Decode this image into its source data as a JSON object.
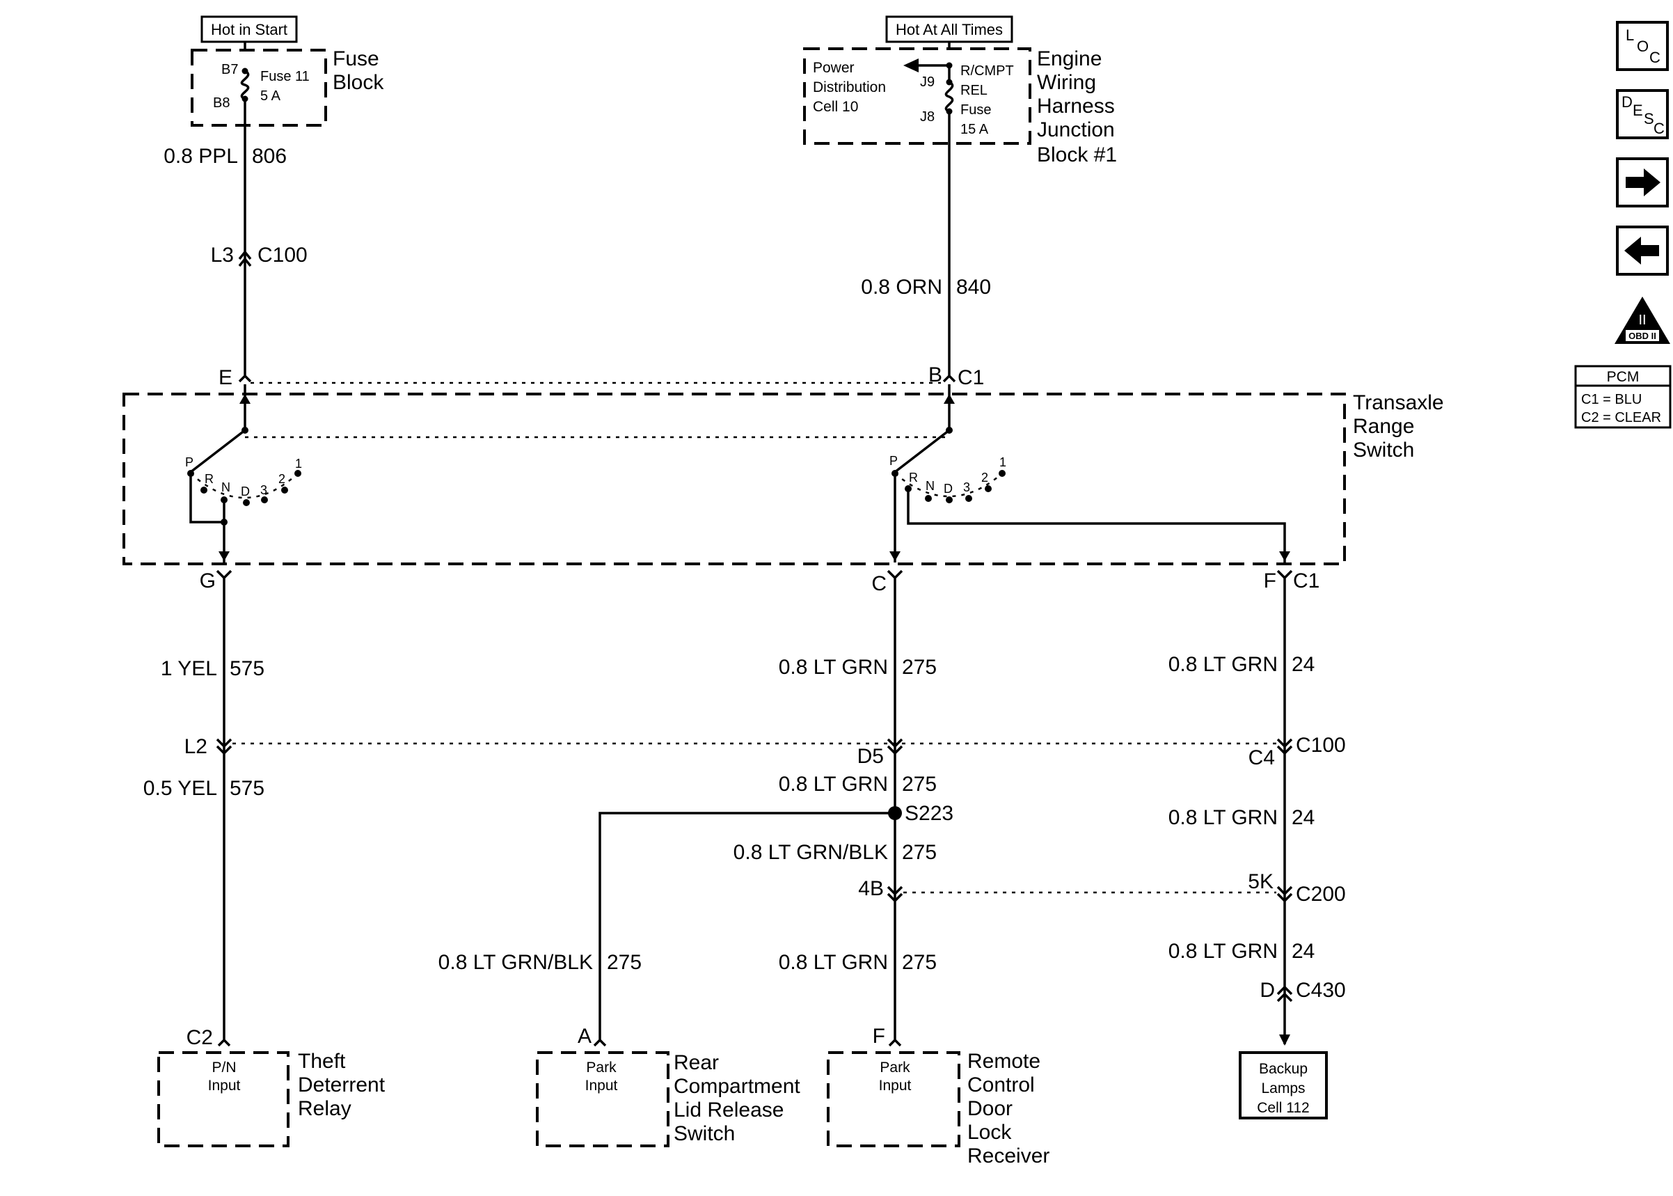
{
  "top": {
    "hot_in_start": "Hot in Start",
    "hot_at_all_times": "Hot At All Times"
  },
  "fuse_block": {
    "label_line1": "Fuse",
    "label_line2": "Block",
    "pin_top": "B7",
    "pin_bottom": "B8",
    "fuse_name": "Fuse 11",
    "fuse_rating": "5 A"
  },
  "junction_block": {
    "label_lines": [
      "Engine",
      "Wiring",
      "Harness",
      "Junction",
      "Block #1"
    ],
    "pdc_lines": [
      "Power",
      "Distribution",
      "Cell 10"
    ],
    "pin_top": "J9",
    "pin_bottom": "J8",
    "fuse_lines": [
      "R/CMPT",
      "REL",
      "Fuse",
      "15 A"
    ]
  },
  "wires": {
    "w806_color": "0.8 PPL",
    "w806_circuit": "806",
    "w840_color": "0.8 ORN",
    "w840_circuit": "840",
    "w575a_color": "1 YEL",
    "w575a_circuit": "575",
    "w575b_color": "0.5 YEL",
    "w575b_circuit": "575",
    "w275a_color": "0.8 LT GRN",
    "w275a_circuit": "275",
    "w275b_color": "0.8 LT GRN",
    "w275b_circuit": "275",
    "w275blk_color": "0.8 LT GRN/BLK",
    "w275blk_circuit": "275",
    "w275blk2_color": "0.8 LT GRN/BLK",
    "w275blk2_circuit": "275",
    "w275c_color": "0.8 LT GRN",
    "w275c_circuit": "275",
    "w24a_color": "0.8 LT GRN",
    "w24a_circuit": "24",
    "w24b_color": "0.8 LT GRN",
    "w24b_circuit": "24",
    "w24c_color": "0.8 LT GRN",
    "w24c_circuit": "24"
  },
  "connectors": {
    "l3": "L3",
    "c100_top": "C100",
    "e": "E",
    "b": "B",
    "c1_top": "C1",
    "g": "G",
    "c": "C",
    "f": "F",
    "c1_bottom": "C1",
    "l2": "L2",
    "d5": "D5",
    "c4": "C4",
    "c100_mid": "C100",
    "s223": "S223",
    "b4": "4B",
    "k5": "5K",
    "c200": "C200",
    "d": "D",
    "c430": "C430",
    "c2": "C2",
    "a": "A",
    "f2": "F"
  },
  "switch": {
    "label_lines": [
      "Transaxle",
      "Range",
      "Switch"
    ],
    "positions": [
      "P",
      "R",
      "N",
      "D",
      "3",
      "2",
      "1"
    ]
  },
  "components": {
    "theft": {
      "inner_lines": [
        "P/N",
        "Input"
      ],
      "label_lines": [
        "Theft",
        "Deterrent",
        "Relay"
      ]
    },
    "rear": {
      "inner_lines": [
        "Park",
        "Input"
      ],
      "label_lines": [
        "Rear",
        "Compartment",
        "Lid Release",
        "Switch"
      ]
    },
    "remote": {
      "inner_lines": [
        "Park",
        "Input"
      ],
      "label_lines": [
        "Remote",
        "Control",
        "Door",
        "Lock",
        "Receiver"
      ]
    },
    "backup": {
      "inner_lines": [
        "Backup",
        "Lamps",
        "Cell 112"
      ]
    }
  },
  "sidebar": {
    "loc": [
      "L",
      "O",
      "C"
    ],
    "desc": [
      "D",
      "E",
      "S",
      "C"
    ],
    "forward_icon": "arrow-right-icon",
    "back_icon": "arrow-left-icon",
    "obd_roman": "II",
    "obd_label": "OBD II",
    "pcm_title": "PCM",
    "pcm_c1": "C1 = BLU",
    "pcm_c2": "C2 = CLEAR"
  }
}
